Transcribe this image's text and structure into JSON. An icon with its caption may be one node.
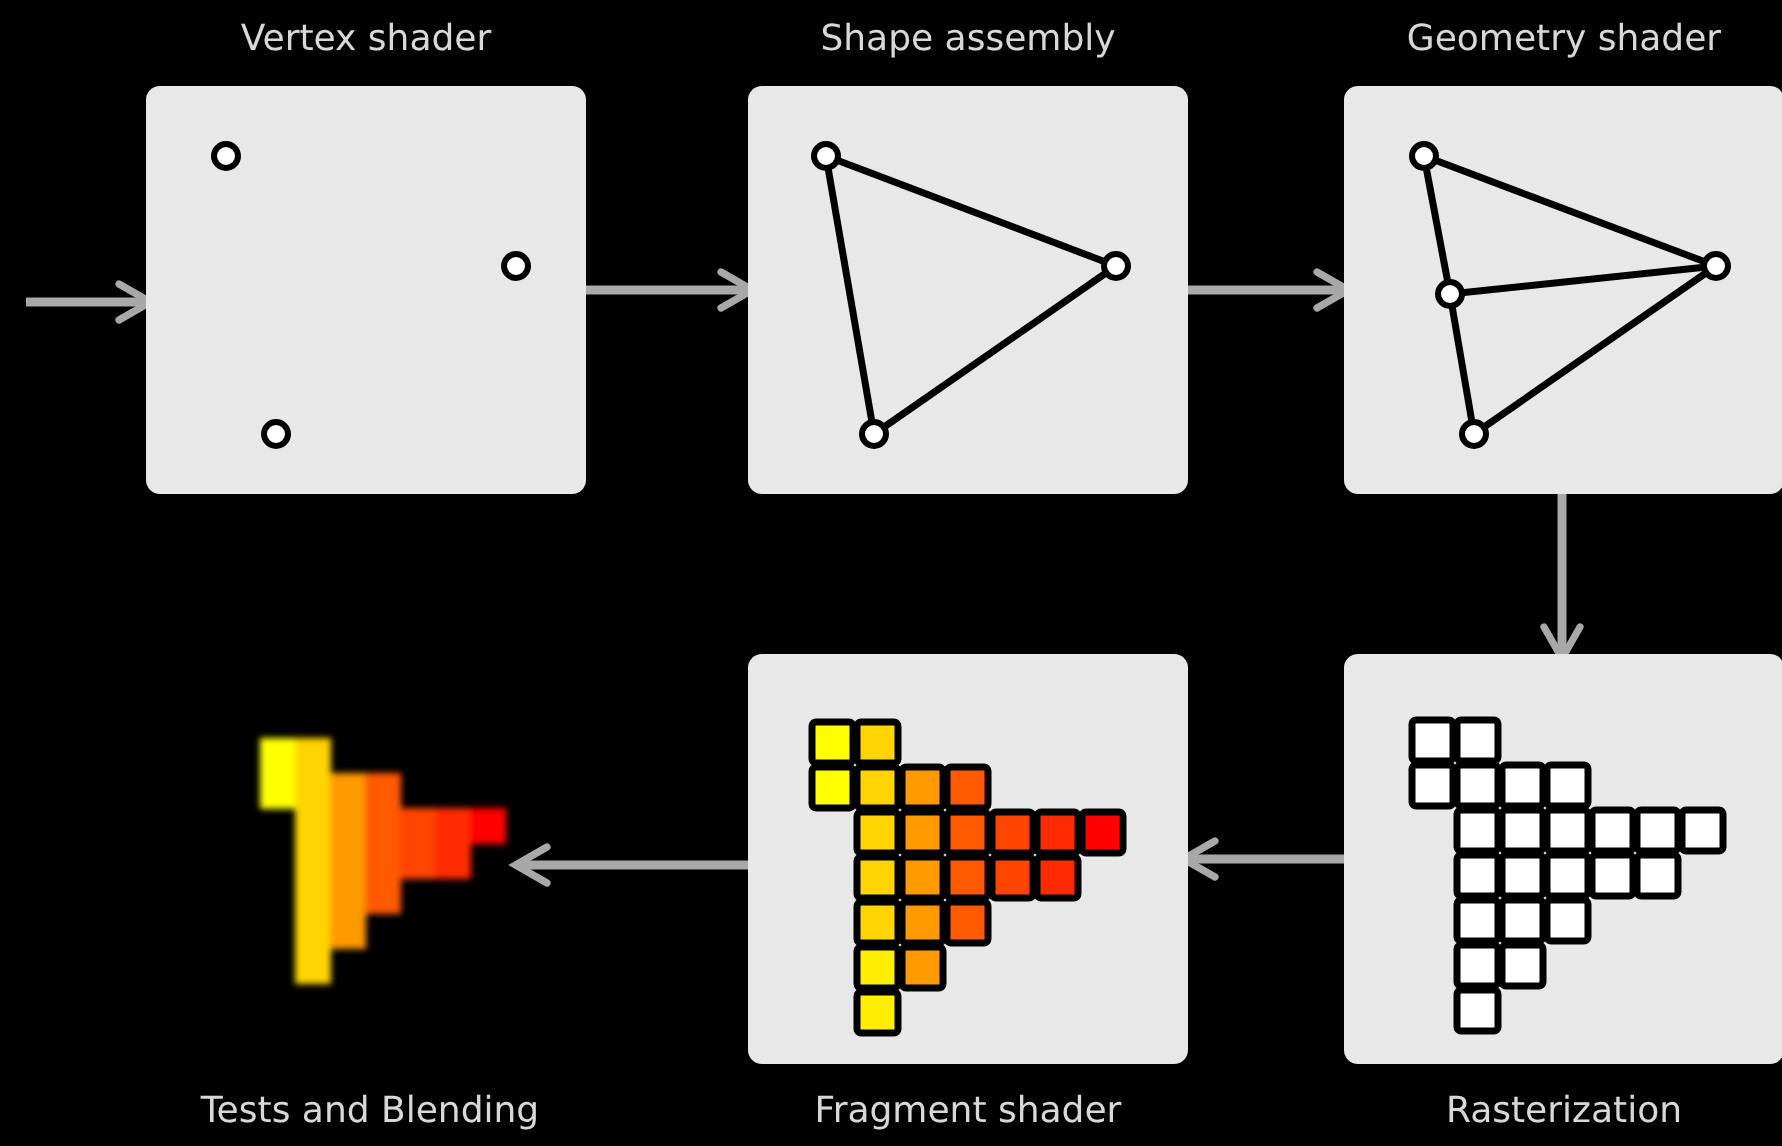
{
  "diagram": {
    "nodes": [
      {
        "text": [
          "Vertex shader"
        ]
      },
      {
        "text": [
          "Shape assembly"
        ]
      },
      {
        "text": [
          "Geometry shader"
        ]
      },
      {
        "text": [
          "Rasterization"
        ]
      },
      {
        "text": [
          "Fragment shader"
        ]
      },
      {
        "text": [
          "Tests and Blending"
        ]
      }
    ],
    "edges": [
      {
        "from": null,
        "to": 0,
        "arrow": "to"
      },
      {
        "from": 0,
        "to": 1,
        "arrow": "to"
      },
      {
        "from": 1,
        "to": 2,
        "arrow": "to"
      },
      {
        "from": 2,
        "to": 3,
        "arrow": "to"
      },
      {
        "from": 3,
        "to": 4,
        "arrow": "to"
      },
      {
        "from": 4,
        "to": 5,
        "arrow": "to"
      }
    ]
  }
}
